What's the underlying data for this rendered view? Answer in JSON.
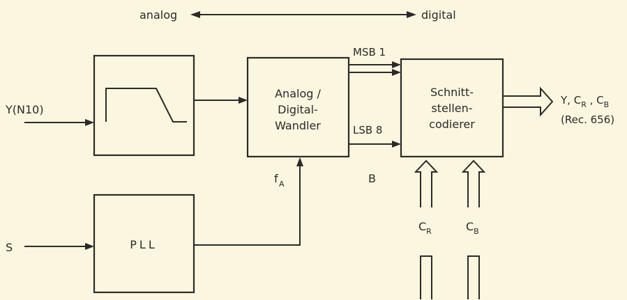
{
  "header": {
    "left_label": "analog",
    "right_label": "digital"
  },
  "inputs": {
    "y_label": "Y(N10)",
    "s_label": "S"
  },
  "blocks": {
    "adc": {
      "line1": "Analog /",
      "line2": "Digital-",
      "line3": "Wandler"
    },
    "pll": {
      "label": "PLL"
    },
    "coder": {
      "line1": "Schnitt-",
      "line2": "stellen-",
      "line3": "codierer"
    }
  },
  "bus": {
    "msb": "MSB 1",
    "lsb": "LSB 8",
    "width": "B"
  },
  "clock": {
    "main": "f",
    "sub": "A"
  },
  "output": {
    "y": "Y, C",
    "r_sub": "R",
    "sep": " , C",
    "b_sub": "B",
    "rec": "(Rec. 656)"
  },
  "aux_inputs": {
    "cr_main": "C",
    "cr_sub": "R",
    "cb_main": "C",
    "cb_sub": "B"
  }
}
